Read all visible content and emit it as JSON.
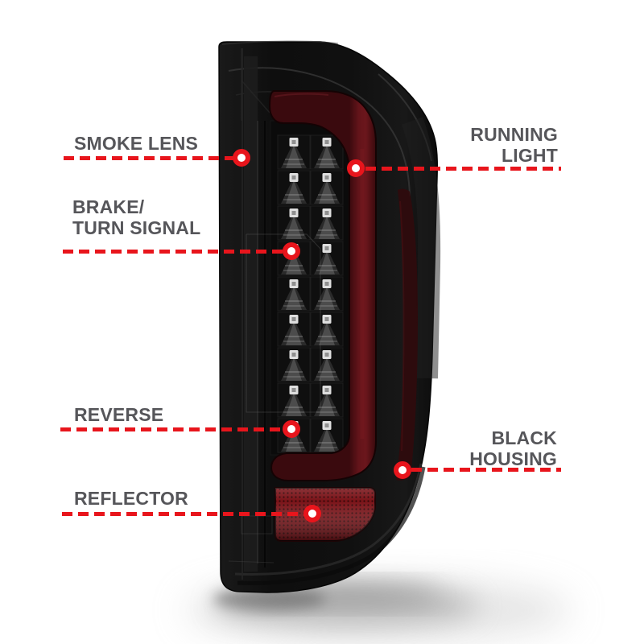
{
  "callouts": {
    "smoke_lens": {
      "label": "SMOKE LENS"
    },
    "running_light": {
      "line1": "RUNNING",
      "line2": "LIGHT"
    },
    "brake_turn_signal": {
      "line1": "BRAKE/",
      "line2": "TURN SIGNAL"
    },
    "reverse": {
      "label": "REVERSE"
    },
    "black_housing": {
      "line1": "BLACK",
      "line2": "HOUSING"
    },
    "reflector": {
      "label": "REFLECTOR"
    }
  },
  "colors": {
    "background": "#ffffff",
    "callout_red": "#e8151c",
    "label_text": "#56565a",
    "housing_black": "#121212",
    "light_bar_red": "#64141a",
    "reflector_red": "#7a1318"
  }
}
